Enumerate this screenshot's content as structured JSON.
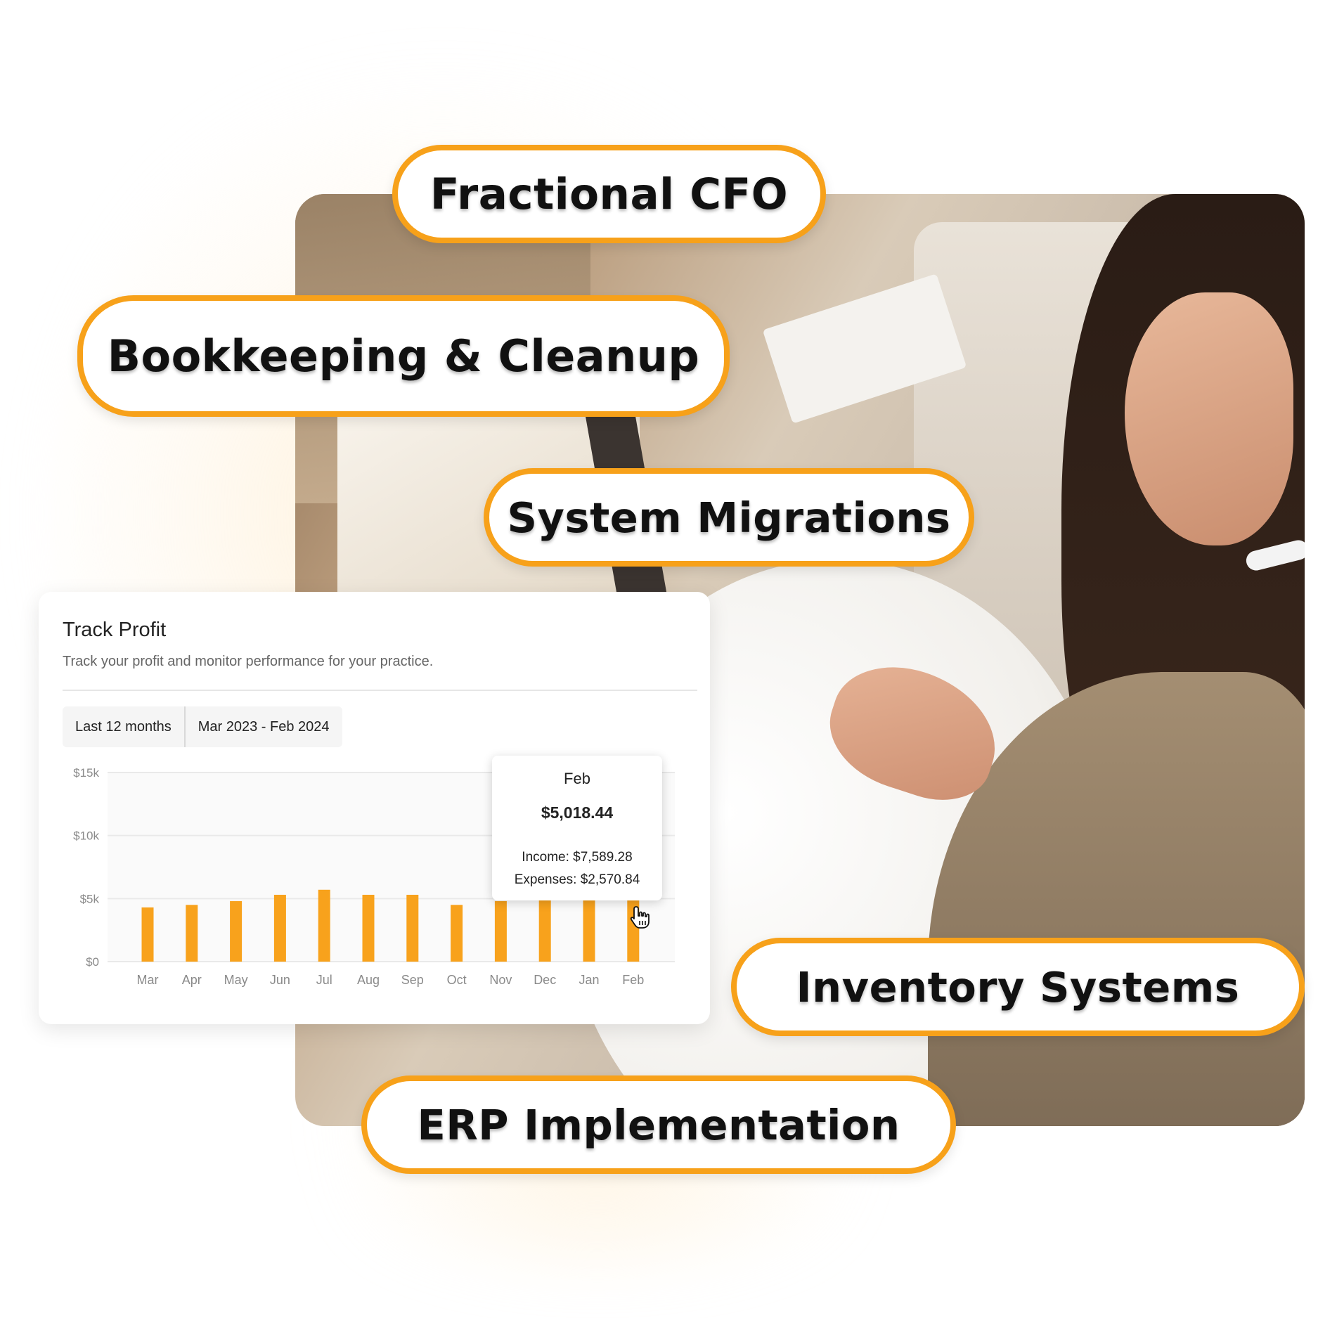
{
  "services": {
    "fractional_cfo": "Fractional CFO",
    "bookkeeping": "Bookkeeping & Cleanup",
    "system_migrations": "System Migrations",
    "inventory_systems": "Inventory Systems",
    "erp_implementation": "ERP Implementation"
  },
  "colors": {
    "accent": "#f7a11a",
    "bar": "#f8a21c"
  },
  "card": {
    "title": "Track Profit",
    "subtitle": "Track your profit and monitor performance for your practice.",
    "range_label": "Last 12 months",
    "range_dates": "Mar 2023 - Feb 2024"
  },
  "tooltip": {
    "month": "Feb",
    "value": "$5,018.44",
    "income": "Income: $7,589.28",
    "expenses": "Expenses: $2,570.84"
  },
  "chart_data": {
    "type": "bar",
    "categories": [
      "Mar",
      "Apr",
      "May",
      "Jun",
      "Jul",
      "Aug",
      "Sep",
      "Oct",
      "Nov",
      "Dec",
      "Jan",
      "Feb"
    ],
    "values": [
      4300,
      4500,
      4800,
      5300,
      5700,
      5300,
      5300,
      4500,
      4800,
      4900,
      5000,
      5018.44
    ],
    "ylim": [
      0,
      15000
    ],
    "yticks": [
      "$0",
      "$5k",
      "$10k",
      "$15k"
    ],
    "ytick_values": [
      0,
      5000,
      10000,
      15000
    ],
    "grid": true
  }
}
